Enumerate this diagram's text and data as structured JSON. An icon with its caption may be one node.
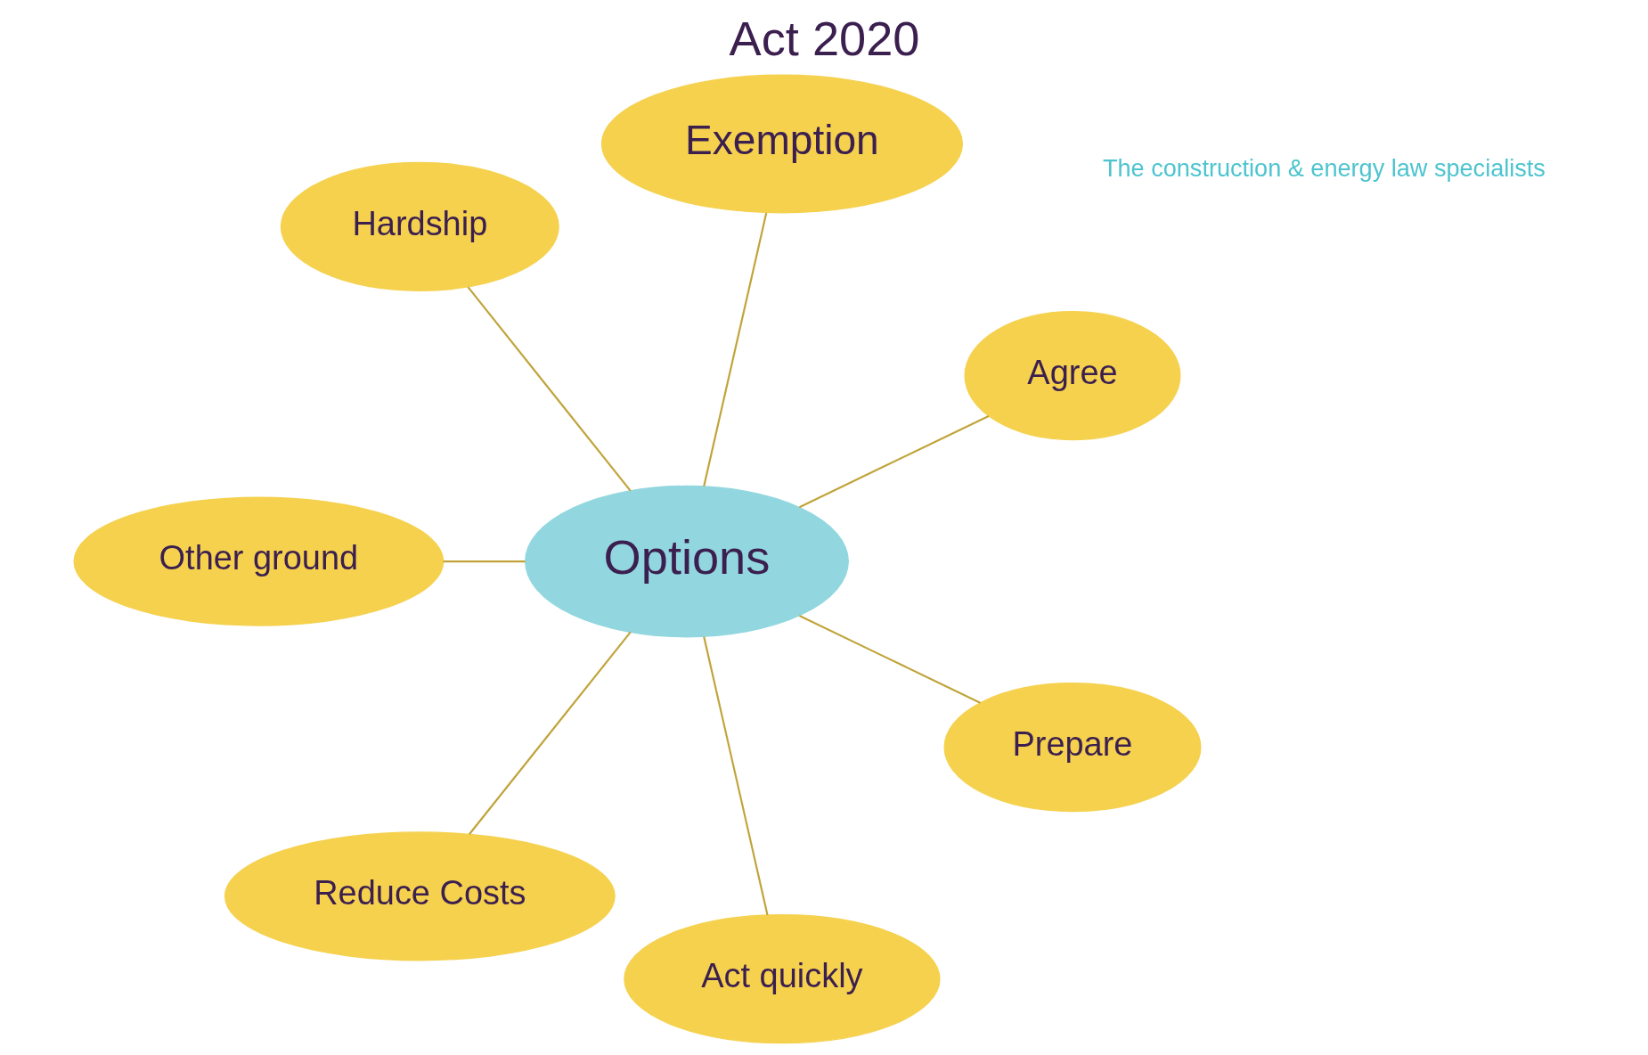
{
  "diagram": {
    "title": "Act 2020",
    "nodes": [
      {
        "text": [
          "Agree"
        ]
      },
      {
        "text": [
          "Exemption"
        ]
      },
      {
        "text": [
          "Hardship"
        ]
      },
      {
        "text": [
          "Other ground"
        ]
      },
      {
        "text": [
          "Reduce Costs"
        ]
      },
      {
        "text": [
          "Act quickly"
        ]
      },
      {
        "text": [
          "Options"
        ]
      },
      {
        "text": [
          "Prepare"
        ]
      }
    ],
    "edges": [
      {
        "from": 6,
        "to": 5,
        "arrow": "none"
      },
      {
        "from": 6,
        "to": 1,
        "arrow": "none"
      },
      {
        "from": 6,
        "to": 0,
        "arrow": "none"
      },
      {
        "from": 6,
        "to": 2,
        "arrow": "none"
      },
      {
        "from": 6,
        "to": 3,
        "arrow": "none"
      },
      {
        "from": 6,
        "to": 4,
        "arrow": "none"
      },
      {
        "from": 6,
        "to": 7,
        "arrow": "none"
      }
    ],
    "labels": [
      "The construction & energy law specialists"
    ]
  }
}
